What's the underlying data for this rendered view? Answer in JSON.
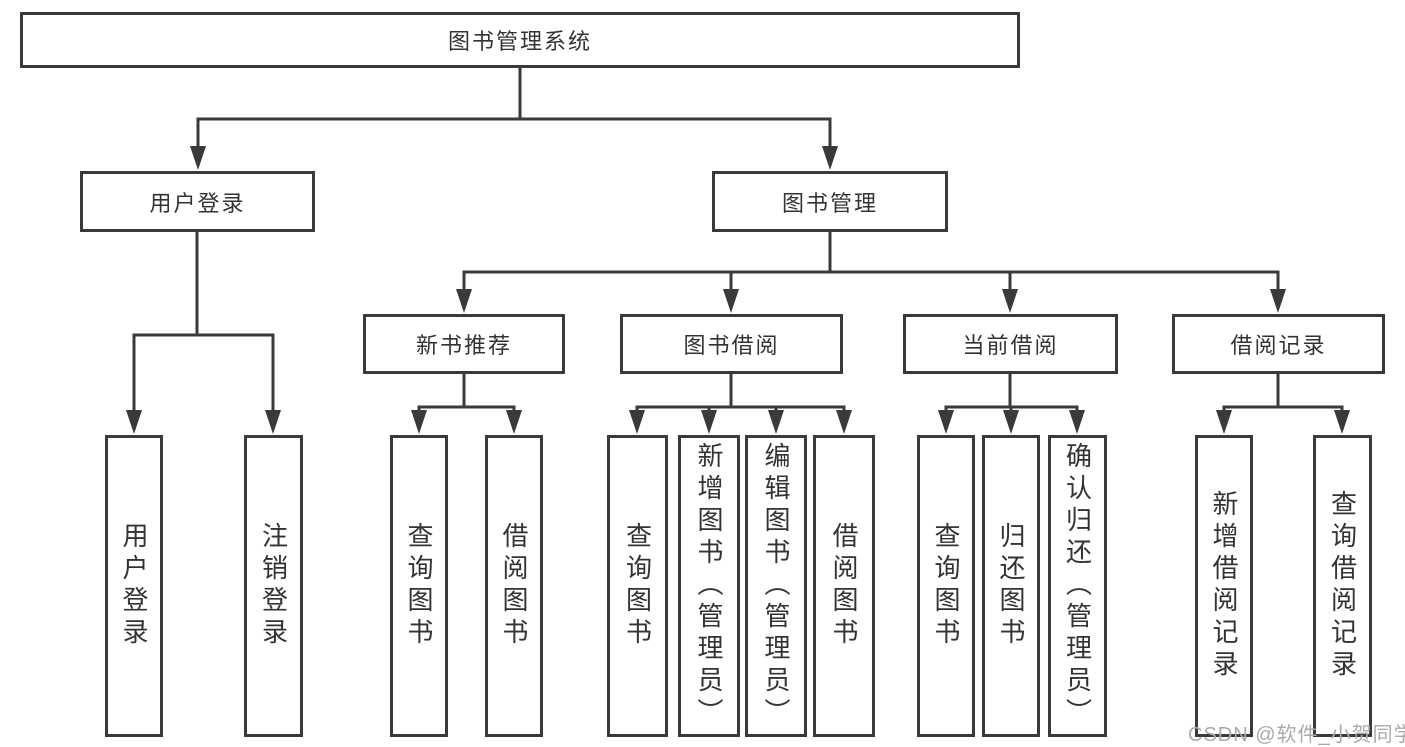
{
  "diagram": {
    "root": "图书管理系统",
    "children": [
      {
        "label": "用户登录",
        "children": [
          "用户登录",
          "注销登录"
        ]
      },
      {
        "label": "图书管理",
        "children": [
          {
            "label": "新书推荐",
            "children": [
              "查询图书",
              "借阅图书"
            ]
          },
          {
            "label": "图书借阅",
            "children": [
              "查询图书",
              "新增图书（管理员）",
              "编辑图书（管理员）",
              "借阅图书"
            ]
          },
          {
            "label": "当前借阅",
            "children": [
              "查询图书",
              "归还图书",
              "确认归还（管理员）"
            ]
          },
          {
            "label": "借阅记录",
            "children": [
              "新增借阅记录",
              "查询借阅记录"
            ]
          }
        ]
      }
    ]
  },
  "watermark": {
    "text": "CSDN @软件_小贺同学"
  },
  "colors": {
    "line": "#3a3a3a",
    "text": "#333333",
    "box_bg": "#ffffff",
    "watermark": "#ababab"
  }
}
